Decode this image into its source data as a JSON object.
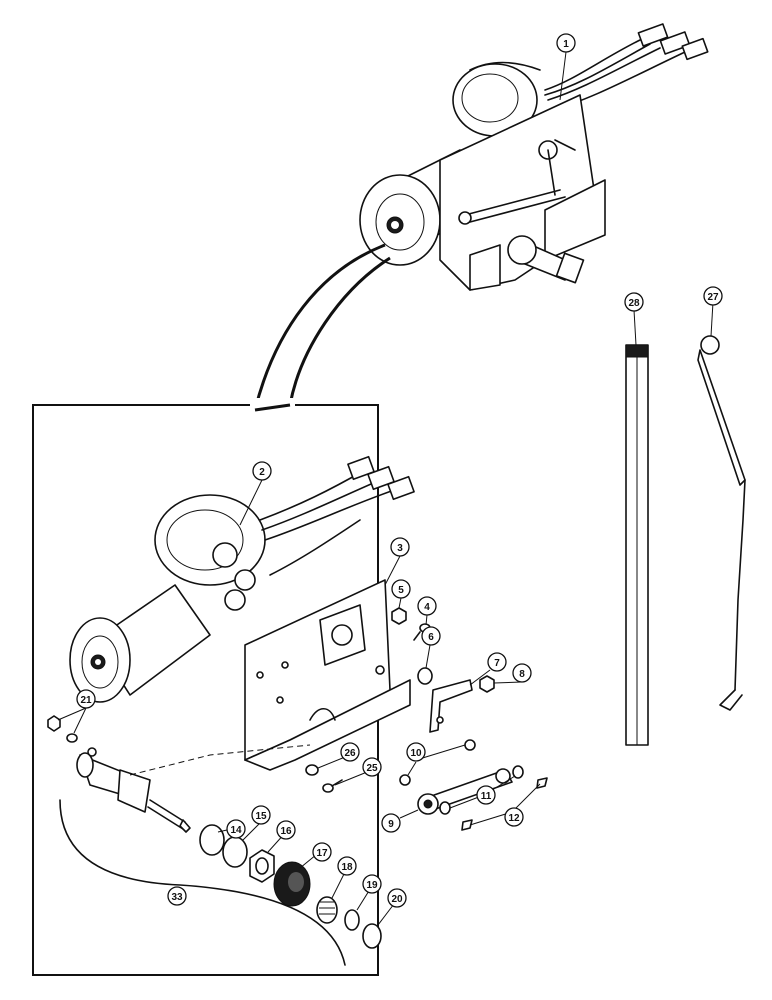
{
  "callouts": [
    {
      "id": "c1",
      "label": "1"
    },
    {
      "id": "c2",
      "label": "2"
    },
    {
      "id": "c3",
      "label": "3"
    },
    {
      "id": "c4",
      "label": "4"
    },
    {
      "id": "c5",
      "label": "5"
    },
    {
      "id": "c6",
      "label": "6"
    },
    {
      "id": "c7",
      "label": "7"
    },
    {
      "id": "c8",
      "label": "8"
    },
    {
      "id": "c9",
      "label": "9"
    },
    {
      "id": "c10",
      "label": "10"
    },
    {
      "id": "c11",
      "label": "11"
    },
    {
      "id": "c12",
      "label": "12"
    },
    {
      "id": "c14",
      "label": "14"
    },
    {
      "id": "c15",
      "label": "15"
    },
    {
      "id": "c16",
      "label": "16"
    },
    {
      "id": "c17",
      "label": "17"
    },
    {
      "id": "c18",
      "label": "18"
    },
    {
      "id": "c19",
      "label": "19"
    },
    {
      "id": "c20",
      "label": "20"
    },
    {
      "id": "c21",
      "label": "21"
    },
    {
      "id": "c25",
      "label": "25"
    },
    {
      "id": "c26",
      "label": "26"
    },
    {
      "id": "c27",
      "label": "27"
    },
    {
      "id": "c28",
      "label": "28"
    },
    {
      "id": "c33",
      "label": "33"
    }
  ]
}
